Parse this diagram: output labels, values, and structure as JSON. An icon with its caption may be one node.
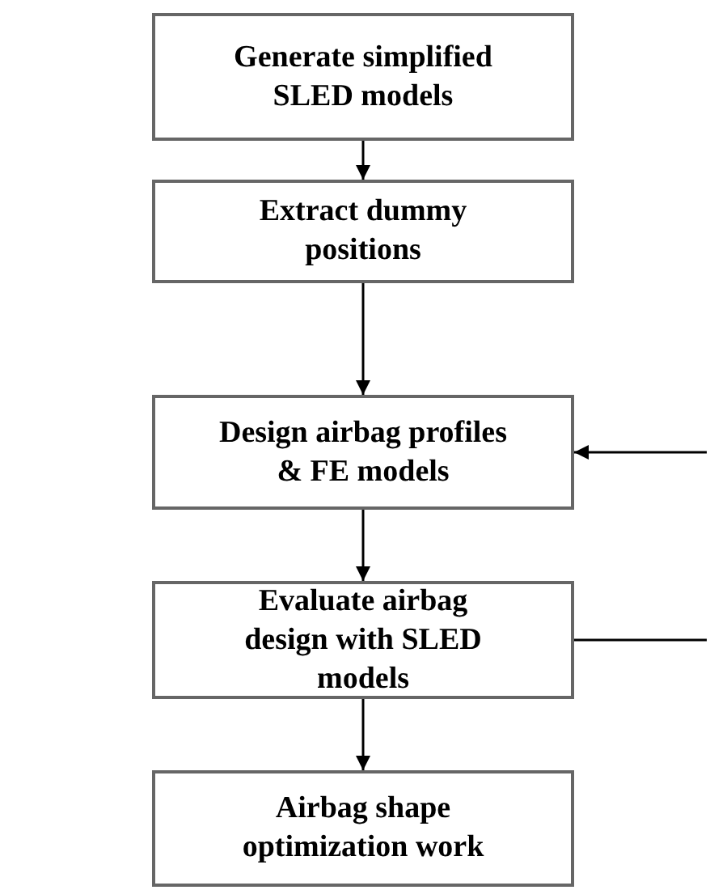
{
  "diagram": {
    "nodes": [
      {
        "text": [
          "Generate simplified SLED models"
        ]
      },
      {
        "text": [
          "Extract dummy positions"
        ]
      },
      {
        "text": [
          "Design airbag profiles & FE models"
        ]
      },
      {
        "text": [
          "Evaluate airbag design with SLED models"
        ]
      },
      {
        "text": [
          "Airbag shape optimization work"
        ]
      }
    ],
    "edges": [
      {
        "from": 0,
        "to": 1,
        "arrow": "to"
      },
      {
        "from": 1,
        "to": 2,
        "arrow": "to"
      },
      {
        "from": 2,
        "to": 3,
        "arrow": "to"
      },
      {
        "from": 3,
        "to": 4,
        "arrow": "to"
      },
      {
        "from": null,
        "to": 2,
        "arrow": "to"
      },
      {
        "from": 3,
        "to": null,
        "arrow": "none"
      }
    ]
  }
}
